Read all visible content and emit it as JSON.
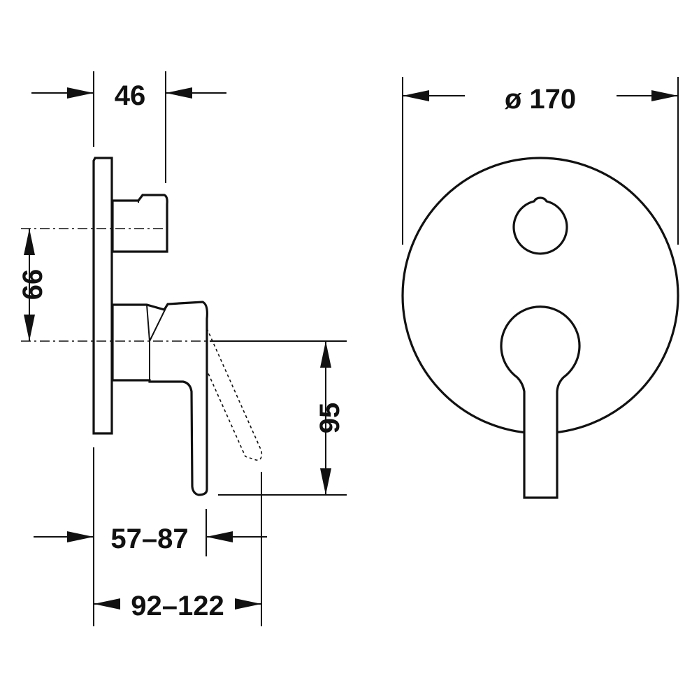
{
  "dimensions": {
    "width_side": "46",
    "diameter": "ø 170",
    "vertical_spacing": "66",
    "lever_height": "95",
    "projection_short": "57–87",
    "projection_long": "92–122"
  },
  "colors": {
    "line": "#111111",
    "background": "#ffffff"
  }
}
